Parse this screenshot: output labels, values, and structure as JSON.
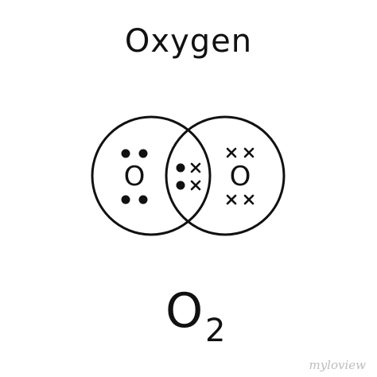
{
  "title": "Oxygen",
  "atoms": [
    {
      "symbol": "O",
      "electron_marker": "dot"
    },
    {
      "symbol": "O",
      "electron_marker": "cross"
    }
  ],
  "formula": {
    "symbol": "O",
    "subscript": "2"
  },
  "watermark": "myloview",
  "colors": {
    "ink": "#111111",
    "background": "#ffffff",
    "watermark": "#bdbdbd"
  }
}
